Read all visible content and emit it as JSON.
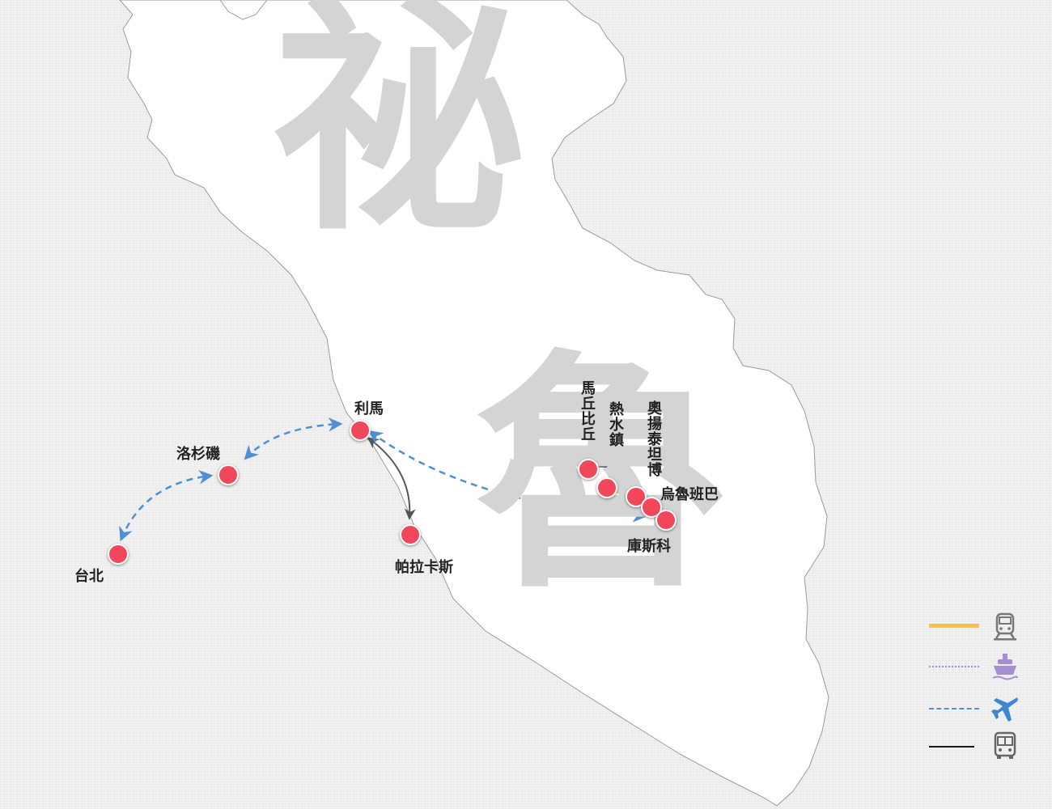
{
  "country": {
    "name_char_1": "祕",
    "name_char_2": "魯"
  },
  "cities": {
    "taipei": "台北",
    "los_angeles": "洛杉磯",
    "lima": "利馬",
    "paracas": "帕拉卡斯",
    "machu_picchu": "馬丘比丘",
    "aguas_calientes": "熱水鎮",
    "ollantaytambo": "奧揚泰坦博",
    "urubamba": "烏魯班巴",
    "cusco": "庫斯科"
  },
  "legend": [
    {
      "mode": "train",
      "icon": "train-icon",
      "line_style": "solid-thick",
      "color": "#f5c242"
    },
    {
      "mode": "cruise",
      "icon": "ship-icon",
      "line_style": "dotted",
      "color": "#a58ed3"
    },
    {
      "mode": "flight",
      "icon": "airplane-icon",
      "line_style": "dashed",
      "color": "#4f8fd6"
    },
    {
      "mode": "bus",
      "icon": "bus-icon",
      "line_style": "solid-thin",
      "color": "#1a1a1a"
    }
  ],
  "colors": {
    "city_marker": "#f2465a",
    "flight_route": "#4f8fd6",
    "bus_route": "#555555",
    "train_route": "#f5c242",
    "land": "#ffffff",
    "watermark": "#d4d4d4"
  }
}
